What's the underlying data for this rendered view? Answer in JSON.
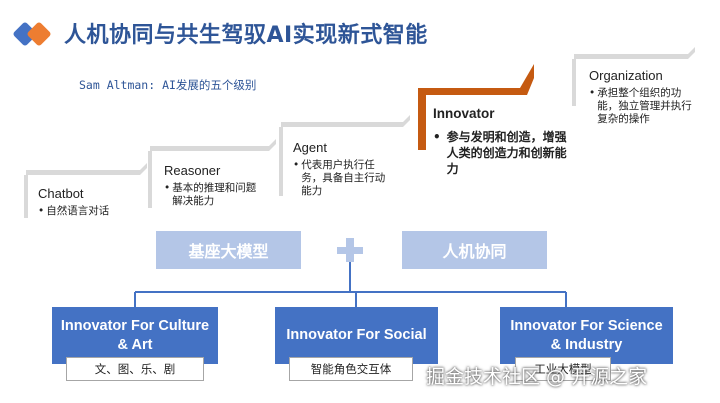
{
  "title": "人机协同与共生驾驭AI实现新式智能",
  "subtitle": "Sam Altman: AI发展的五个级别",
  "levels": [
    {
      "name": "Chatbot",
      "desc": "自然语言对话"
    },
    {
      "name": "Reasoner",
      "desc": "基本的推理和问题解决能力"
    },
    {
      "name": "Agent",
      "desc": "代表用户执行任务，具备自主行动能力"
    },
    {
      "name": "Innovator",
      "desc": "参与发明和创造，增强人类的创造力和创新能力"
    },
    {
      "name": "Organization",
      "desc": "承担整个组织的功能，独立管理并执行复杂的操作"
    }
  ],
  "bands": {
    "left": "基座大模型",
    "right": "人机协同"
  },
  "innovators": [
    {
      "title": "Innovator For Culture & Art",
      "sub": "文、图、乐、剧"
    },
    {
      "title": "Innovator For Social",
      "sub": "智能角色交互体"
    },
    {
      "title": "Innovator For Science & Industry",
      "sub": "工业大模型"
    }
  ],
  "watermark": "掘金技术社区 @ 开源之家",
  "colors": {
    "primary": "#2e5597",
    "box": "#4472c4",
    "band": "#b4c6e7",
    "accent": "#c55a11",
    "logo_blue": "#4472c4",
    "logo_orange": "#ed7d31"
  },
  "icons": {
    "logo": "two-overlapping-diamonds-icon",
    "plus": "plus-icon"
  }
}
